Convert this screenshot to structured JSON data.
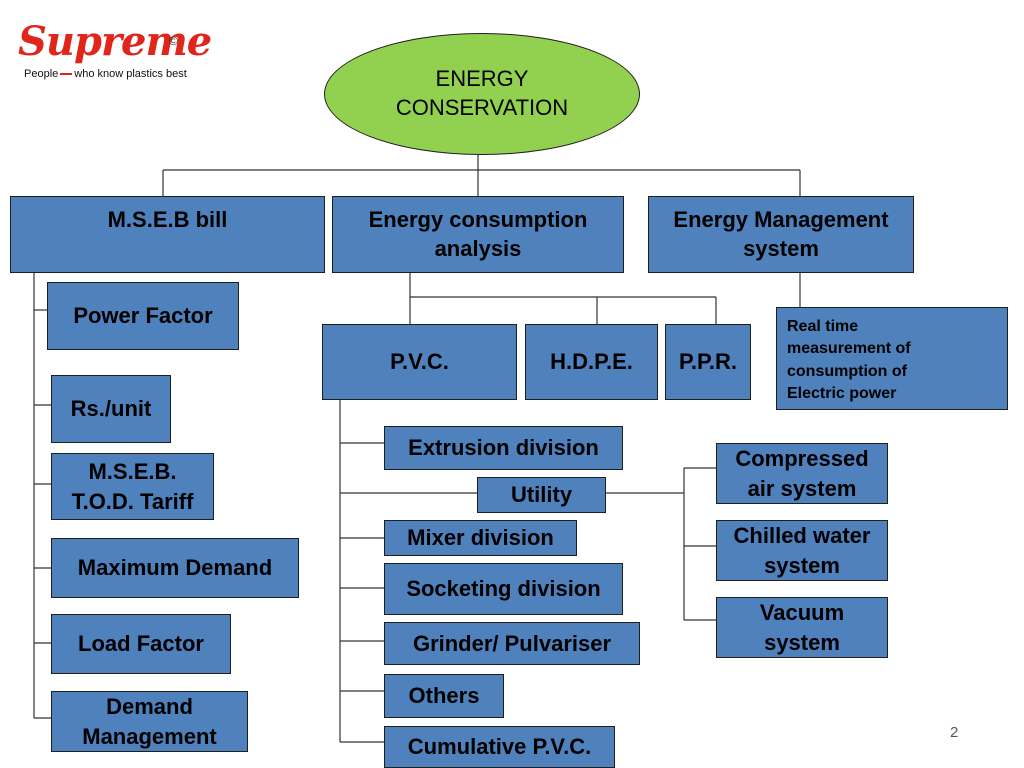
{
  "logo": {
    "brand": "Supreme",
    "mark": "©",
    "tagline_a": "People",
    "tagline_b": "who know plastics best"
  },
  "root": "ENERGY\nCONSERVATION",
  "level1": {
    "bill": "M.S.E.B bill",
    "analysis": "Energy consumption\nanalysis",
    "ems": "Energy Management\nsystem"
  },
  "bill_items": {
    "power_factor": "Power Factor",
    "rs_unit": "Rs./unit",
    "tod": "M.S.E.B.\nT.O.D. Tariff",
    "max_demand": "Maximum Demand",
    "load_factor": "Load Factor",
    "demand_mgmt": "Demand\nManagement"
  },
  "products": {
    "pvc": "P.V.C.",
    "hdpe": "H.D.P.E.",
    "ppr": "P.P.R."
  },
  "ems_detail": "Real time\nmeasurement of\nconsumption of\nElectric power",
  "pvc_items": {
    "extrusion": "Extrusion division",
    "utility": "Utility",
    "mixer": "Mixer division",
    "socketing": "Socketing division",
    "grinder": "Grinder/ Pulvariser",
    "others": "Others",
    "cumulative": "Cumulative P.V.C."
  },
  "utility_items": {
    "compressed": "Compressed\nair system",
    "chilled": "Chilled water\nsystem",
    "vacuum": "Vacuum\nsystem"
  },
  "page_number": "2"
}
